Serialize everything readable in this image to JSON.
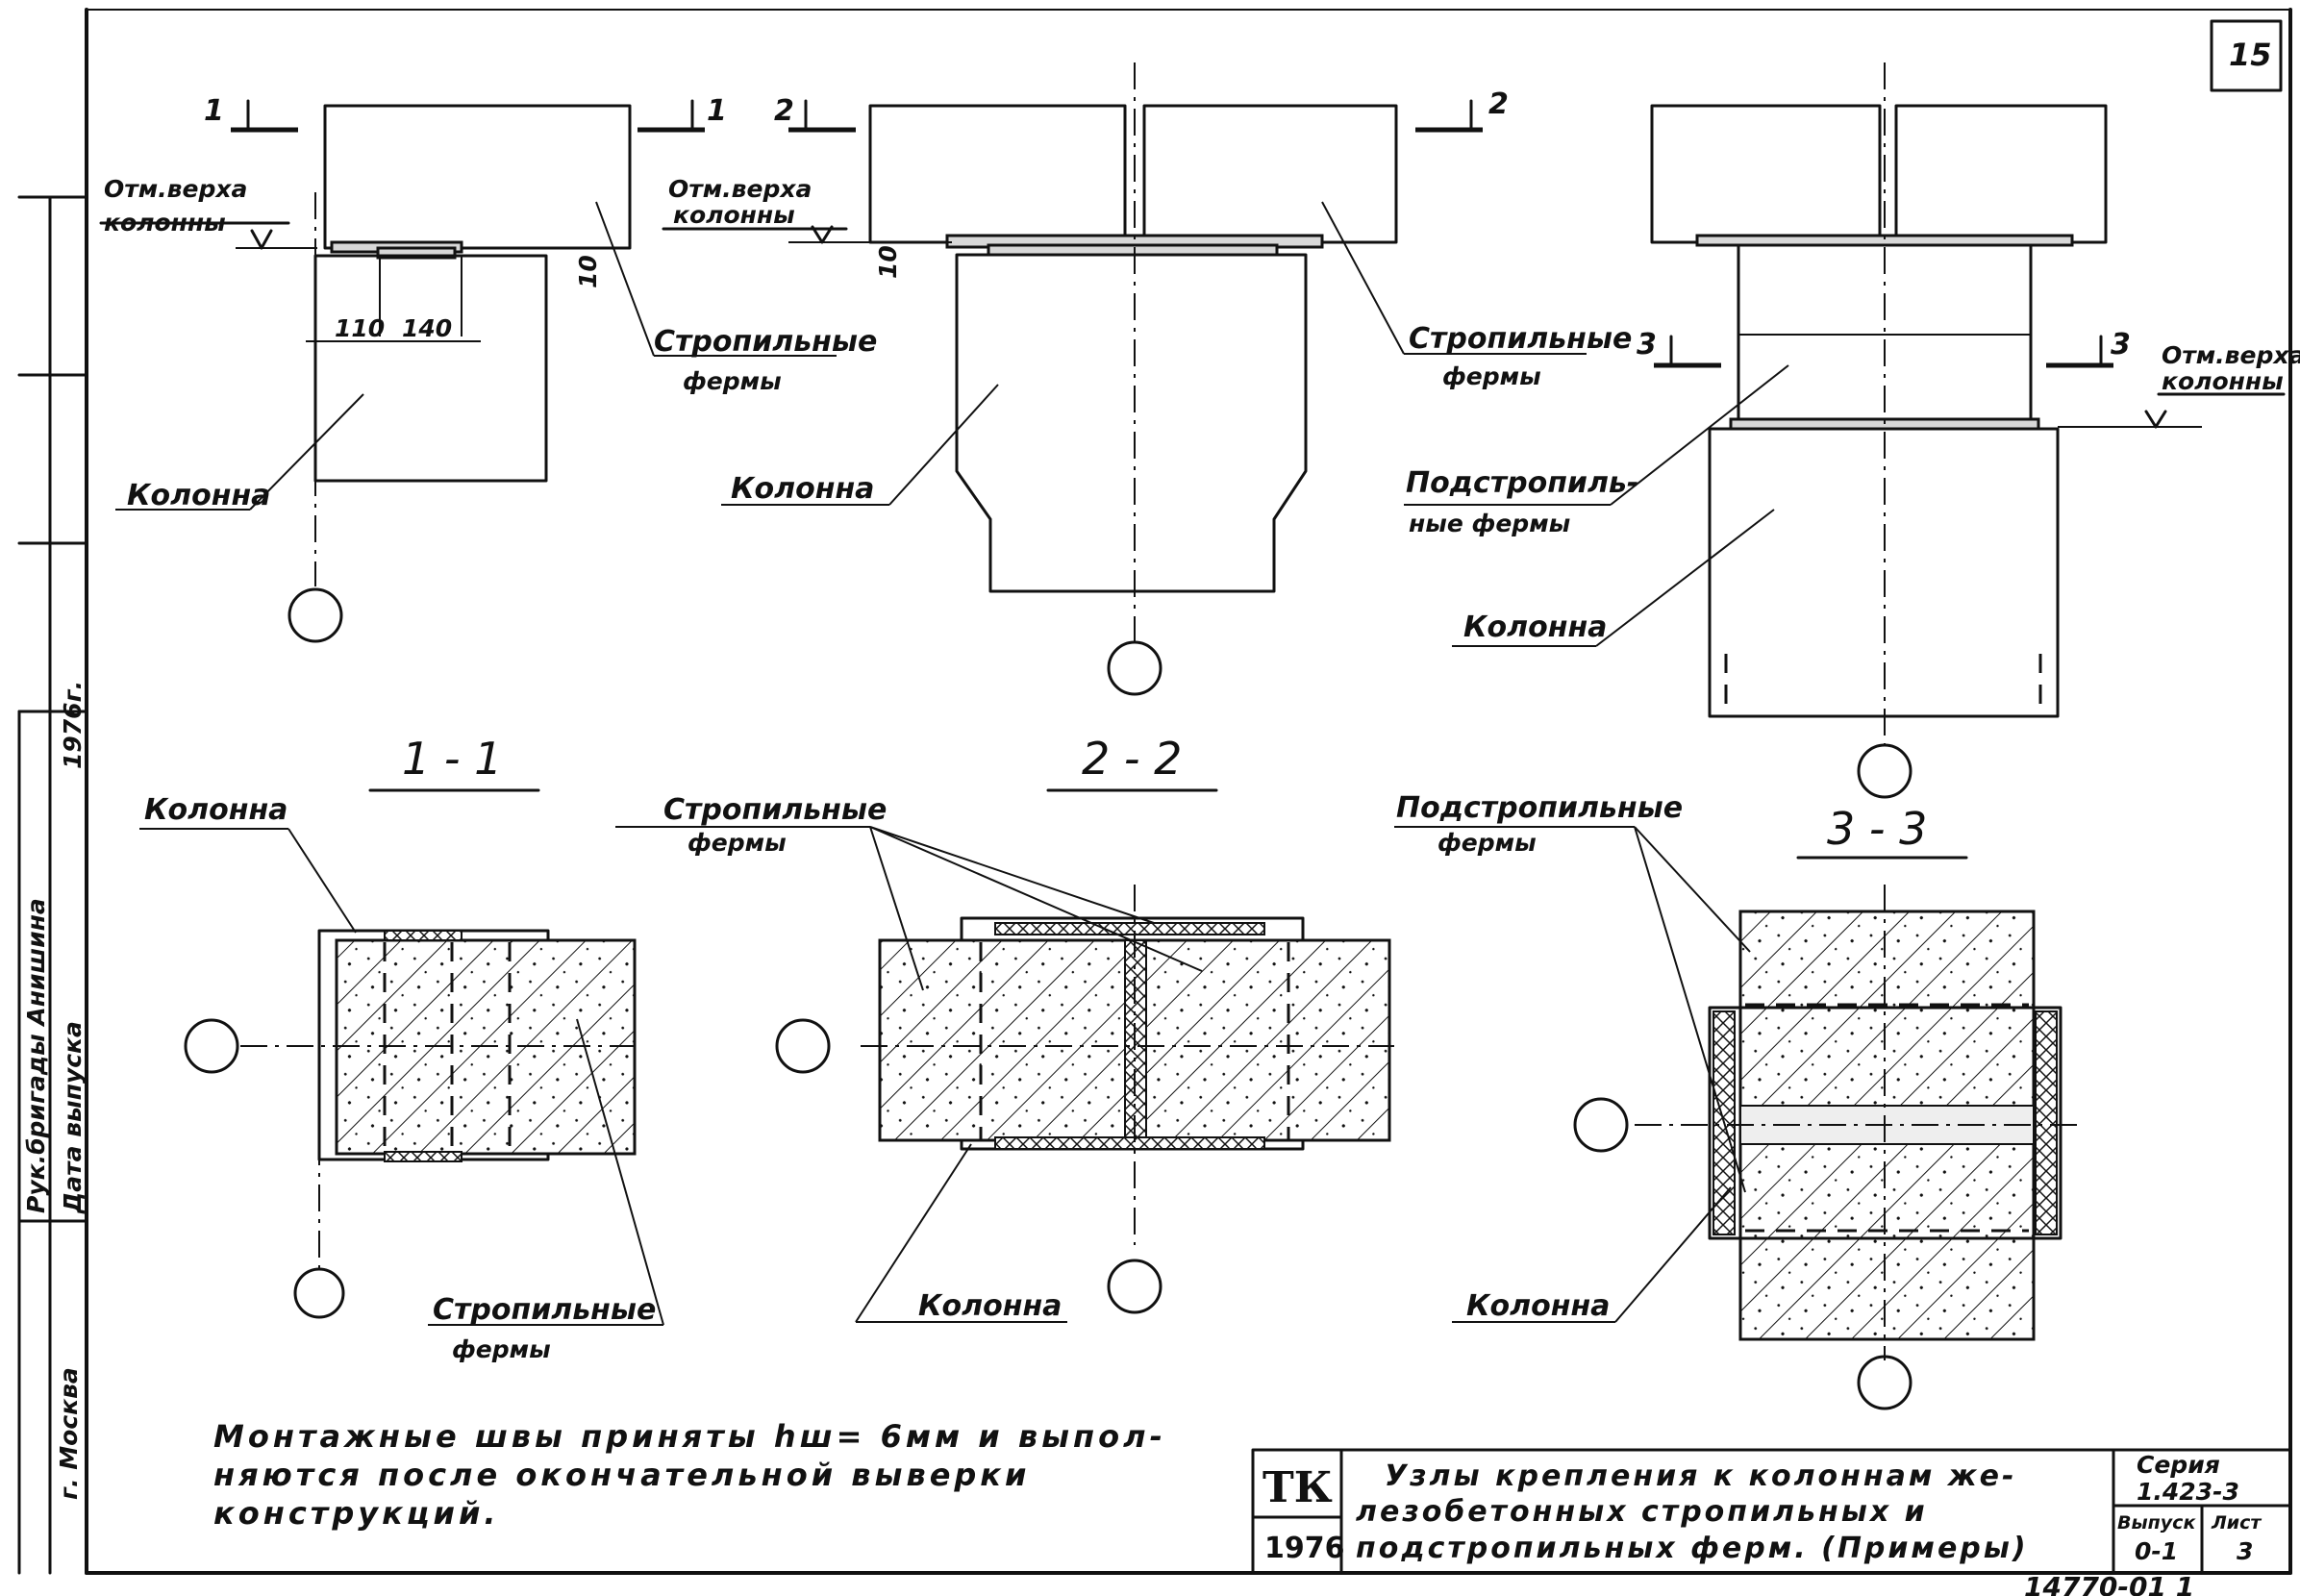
{
  "sheet": {
    "page_number": "15",
    "stamp_bottom": "14770-01  1"
  },
  "labels": {
    "otm_verha_1": "Отм.верха",
    "kolonny_1": "колонны",
    "otm_verha_2": "Отм.верха",
    "kolonny_2": "колонны",
    "otm_verha_3": "Отм.верха",
    "kolonny_3": "колонны",
    "stropilnye_1": "Стропильные",
    "fermy_1": "фермы",
    "stropilnye_2": "Стропильные",
    "fermy_2": "фермы",
    "kolonna_1": "Колонна",
    "kolonna_2": "Колонна",
    "kolonna_3": "Колонна",
    "podstropil_a": "Подстропиль-",
    "podstropil_b": "ные фермы",
    "dim_110": "110",
    "dim_140": "140",
    "dim_10a": "10",
    "dim_10b": "10",
    "cut_1_left": "1",
    "cut_1_right": "1",
    "cut_2_left": "2",
    "cut_2_right": "2",
    "cut_3_left": "3",
    "cut_3_right": "3"
  },
  "sections": {
    "s11_title": "1 - 1",
    "s22_title": "2 - 2",
    "s33_title": "3 - 3",
    "s11_kolonna": "Колонна",
    "s11_stropilnye": "Стропильные",
    "s11_fermy": "фермы",
    "s22_stropilnye": "Стропильные",
    "s22_fermy": "фермы",
    "s22_kolonna": "Колонна",
    "s33_podstropilnye": "Подстропильные",
    "s33_fermy": "фермы",
    "s33_kolonna": "Колонна"
  },
  "note": {
    "line1": "Монтажные швы приняты hш= 6мм и выпол-",
    "line2": "няются после окончательной    выверки",
    "line3": "конструкций."
  },
  "title_block": {
    "org": "ТК",
    "year": "1976",
    "title_line1": "Узлы крепления к колоннам же-",
    "title_line2": "лезобетонных стропильных и",
    "title_line3": "подстропильных ферм. (Примеры)",
    "series_label": "Серия",
    "series_value": "1.423-3",
    "issue_label": "Выпуск",
    "issue_value": "0-1",
    "sheet_label": "Лист",
    "sheet_value": "3"
  },
  "side_stamp": {
    "col1": "Рук.бригады Анишина",
    "col2": "Дата выпуска",
    "col3": "1976г.",
    "col4": "г. Москва"
  }
}
